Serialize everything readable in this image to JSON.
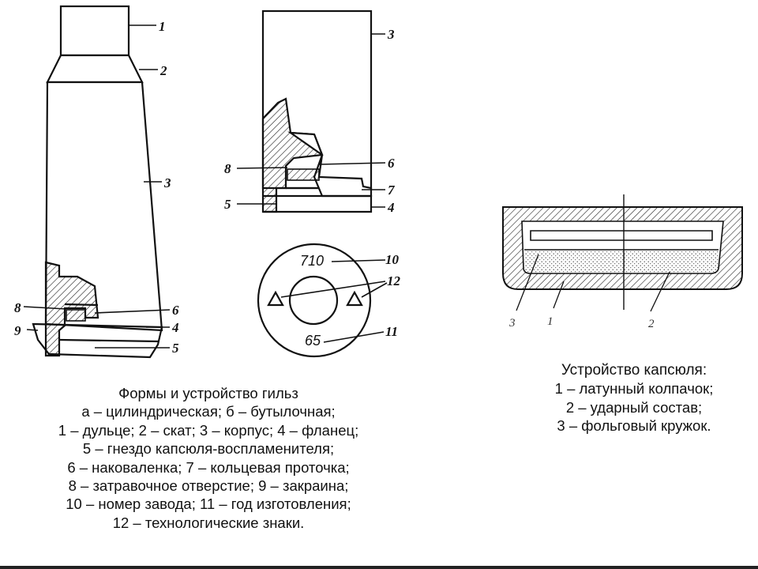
{
  "labels": {
    "bottle": [
      "1",
      "2",
      "3",
      "6",
      "4",
      "5",
      "8",
      "9"
    ],
    "cyl": [
      "3",
      "6",
      "7",
      "4",
      "8",
      "5"
    ],
    "head": [
      "10",
      "12",
      "11"
    ],
    "primer": [
      "3",
      "1",
      "2"
    ]
  },
  "head_stamp": {
    "factory_number": "710",
    "year": "65"
  },
  "caption_left": {
    "lines": [
      "Формы и устройство гильз",
      "а – цилиндрическая; б – бутылочная;",
      "1 – дульце; 2 – скат; 3 – корпус; 4 – фланец;",
      "5 – гнездо капсюля-воспламенителя;",
      "6 – наковаленка; 7 – кольцевая проточка;",
      "8 – затравочное отверстие; 9 – закраина;",
      "10 – номер завода;  11 – год изготовления;",
      "12 – технологические  знаки."
    ]
  },
  "caption_right": {
    "title": "Устройство капсюля:",
    "lines": [
      "1 – латунный колпачок;",
      "2 – ударный  состав;",
      "3 – фольговый кружок."
    ]
  }
}
